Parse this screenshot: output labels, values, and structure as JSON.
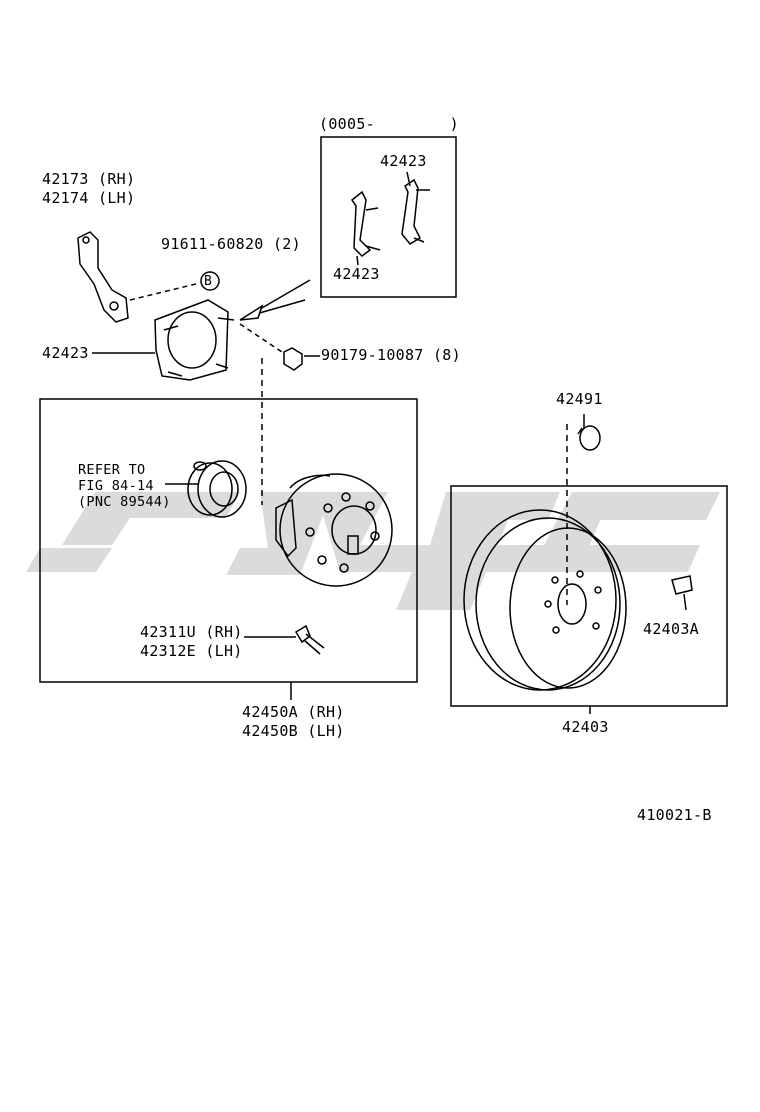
{
  "diagram": {
    "figure_code": "410021-B",
    "date_range": "(0005-        )",
    "labels": {
      "bracket_rh": "42173 (RH)",
      "bracket_lh": "42174 (LH)",
      "bolt_b": "91611-60820 (2)",
      "bolt_b_marker": "B",
      "inset_top": "42423",
      "inset_bottom": "42423",
      "plate_left": "42423",
      "nut": "90179-10087 (8)",
      "refer_line1": "REFER TO",
      "refer_line2": "FIG 84-14",
      "refer_line3": "(PNC 89544)",
      "hub_bolt_rh": "42311U (RH)",
      "hub_bolt_lh": "42312E (LH)",
      "hub_rh": "42450A (RH)",
      "hub_lh": "42450B (LH)",
      "plug": "42491",
      "clip": "42403A",
      "drum": "42403"
    },
    "colors": {
      "line": "#000000",
      "watermark": "#c8c8c8"
    }
  }
}
